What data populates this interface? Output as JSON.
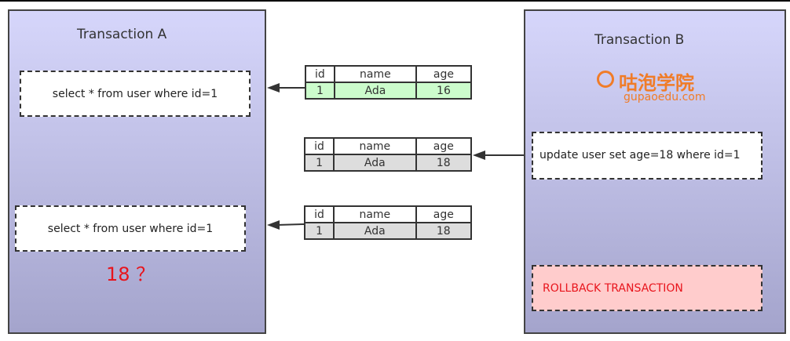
{
  "transaction_a": {
    "title": "Transaction A",
    "query1": "select * from user where id=1",
    "query2": "select * from user where id=1",
    "result_note": "18 ？"
  },
  "transaction_b": {
    "title": "Transaction B",
    "update": "update user set age=18 where id=1",
    "rollback": "ROLLBACK TRANSACTION",
    "logo": {
      "name": "咕泡学院",
      "url": "gupaoedu.com"
    }
  },
  "tables": [
    {
      "headers": [
        "id",
        "name",
        "age"
      ],
      "row": [
        "1",
        "Ada",
        "16"
      ],
      "fill": "#ccfccc"
    },
    {
      "headers": [
        "id",
        "name",
        "age"
      ],
      "row": [
        "1",
        "Ada",
        "18"
      ],
      "fill": "#dddddd"
    },
    {
      "headers": [
        "id",
        "name",
        "age"
      ],
      "row": [
        "1",
        "Ada",
        "18"
      ],
      "fill": "#dddddd"
    }
  ],
  "colors": {
    "accent_red": "#e8141c",
    "logo_orange": "#f07c28",
    "rollback_fill": "#ffcccc"
  }
}
